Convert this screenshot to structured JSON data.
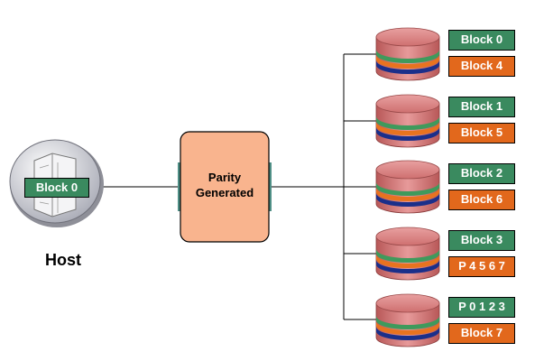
{
  "host": {
    "title": "Host",
    "block_label": "Block 0",
    "icon": "server-tower-icon"
  },
  "parity": {
    "line1": "Parity",
    "line2": "Generated"
  },
  "disks": [
    {
      "label_top": "Block 0",
      "label_bottom": "Block 4"
    },
    {
      "label_top": "Block 1",
      "label_bottom": "Block 5"
    },
    {
      "label_top": "Block 2",
      "label_bottom": "Block 6"
    },
    {
      "label_top": "Block 3",
      "label_bottom": "P 4 5 6 7"
    },
    {
      "label_top": "P 0 1 2 3",
      "label_bottom": "Block 7"
    }
  ],
  "colors": {
    "green_label": "#3a8a5f",
    "orange_label": "#e2681c",
    "parity_box": "#f9b48e",
    "disk_top": "#e08e8e",
    "stripe_green": "#3f9a5c",
    "stripe_orange": "#e8731f",
    "stripe_blue": "#1b2f8a"
  }
}
